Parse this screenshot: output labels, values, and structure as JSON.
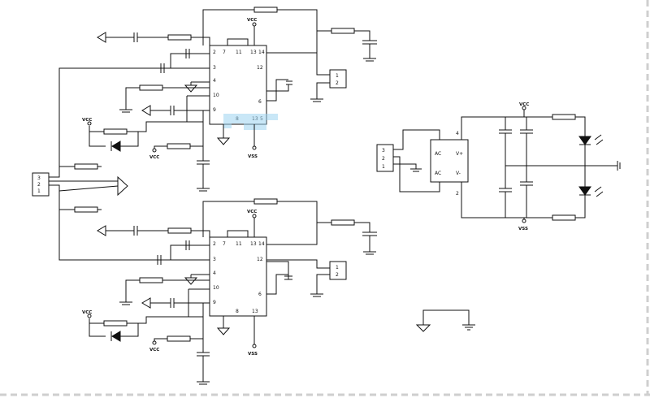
{
  "labels": {
    "vcc": "VCC",
    "vss": "VSS"
  },
  "ic": {
    "pins": {
      "p3": "3",
      "p4": "4",
      "p7": "7",
      "p8": "8",
      "p9": "9",
      "p10": "10",
      "p12": "12",
      "p13": "13",
      "p14": "14",
      "p5": "5",
      "p6": "6",
      "p2": "2",
      "p11": "11"
    }
  },
  "connector3": [
    "3",
    "2",
    "1"
  ],
  "connector2": [
    "1",
    "2"
  ],
  "bridge": {
    "ac1": "AC",
    "ac2": "AC",
    "vplus": "V+",
    "vminus": "V-",
    "pin4": "4",
    "pin2": "2"
  },
  "colors": {
    "wire": "#111111",
    "selection": "#9cd3f0",
    "border": "#cfcfcf"
  }
}
